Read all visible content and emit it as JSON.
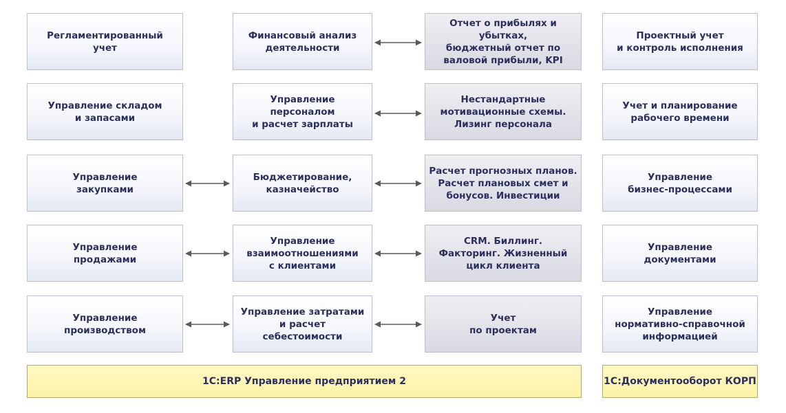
{
  "columns": {
    "col1": [
      "Регламентированный\nучет",
      "Управление складом\nи запасами",
      "Управление\nзакупками",
      "Управление\nпродажами",
      "Управление\nпроизводством"
    ],
    "col2": [
      "Финансовый анализ\nдеятельности",
      "Управление\nперсоналом\nи расчет зарплаты",
      "Бюджетирование,\nказначейство",
      "Управление\nвзаимоотношениями\nс клиентами",
      "Управление затратами\nи расчет\nсебестоимости"
    ],
    "col3": [
      "Отчет о прибылях и убытках,\nбюджетный отчет по\nваловой прибыли, KPI",
      "Нестандартные\nмотивационные схемы.\nЛизинг персонала",
      "Расчет прогнозных планов.\nРасчет плановых смет и\nбонусов. Инвестиции",
      "CRM. Биллинг.\nФакторинг. Жизненный\nцикл клиента",
      "Учет\nпо проектам"
    ],
    "col4": [
      "Проектный учет\nи контроль исполнения",
      "Учет и планирование\nрабочего времени",
      "Управление\nбизнес-процессами",
      "Управление\nдокументами",
      "Управление\nнормативно-справочной\nинформацией"
    ]
  },
  "footer": {
    "erp": "1С:ERP Управление предприятием 2",
    "docflow": "1С:Документооборот КОРП"
  },
  "colors": {
    "text": "#2b2f5e",
    "arrow": "#5a5a5a",
    "footer_bg": "#fdf3a8"
  }
}
